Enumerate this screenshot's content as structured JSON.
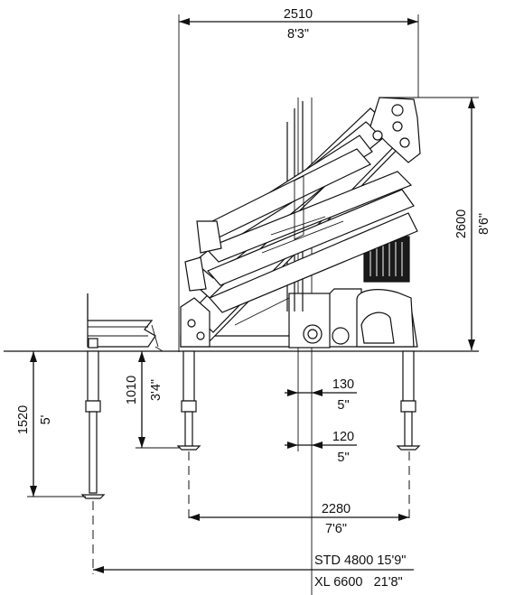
{
  "dimensions": {
    "overall_width": {
      "metric": "2510",
      "imperial": "8'3\""
    },
    "height": {
      "metric": "2600",
      "imperial": "8'6\""
    },
    "offset_upper": {
      "metric": "130",
      "imperial": "5\""
    },
    "offset_lower": {
      "metric": "120",
      "imperial": "5\""
    },
    "stabilizer_depth": {
      "metric": "1010",
      "imperial": "3'4\""
    },
    "extension_depth": {
      "metric": "1520",
      "imperial": "5'"
    },
    "stabilizer_span": {
      "metric": "2280",
      "imperial": "7'6\""
    },
    "spread_std": "STD 4800 15'9\"",
    "spread_xl": "XL 6600   21'8\""
  }
}
